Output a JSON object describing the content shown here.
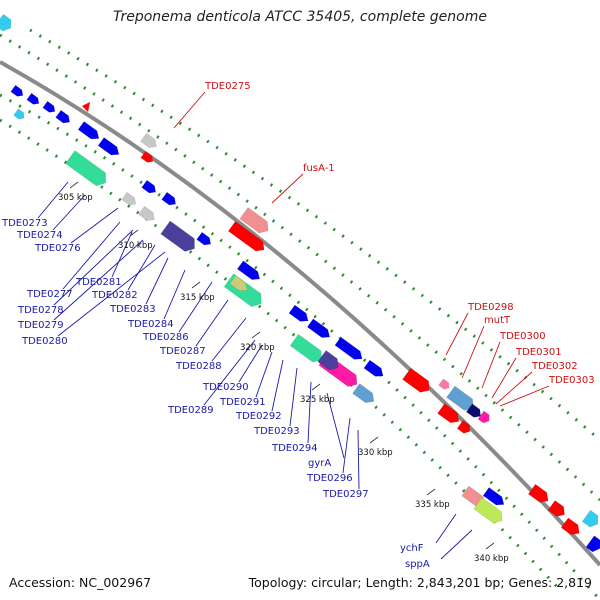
{
  "title": "Treponema denticola ATCC 35405, complete genome",
  "footer": {
    "accession": "Accession: NC_002967",
    "summary": "Topology: circular; Length: 2,843,201 bp; Genes: 2,819"
  },
  "ticks": [
    "305 kbp",
    "310 kbp",
    "315 kbp",
    "320 kbp",
    "325 kbp",
    "330 kbp",
    "335 kbp",
    "340 kbp"
  ],
  "labels_blue": [
    "TDE0273",
    "TDE0274",
    "TDE0276",
    "TDE0277",
    "TDE0278",
    "TDE0279",
    "TDE0280",
    "TDE0281",
    "TDE0282",
    "TDE0283",
    "TDE0284",
    "TDE0286",
    "TDE0287",
    "TDE0288",
    "TDE0289",
    "TDE0290",
    "TDE0291",
    "TDE0292",
    "TDE0293",
    "TDE0294",
    "gyrA",
    "TDE0296",
    "TDE0297",
    "ychF",
    "sppA"
  ],
  "labels_red": [
    "TDE0275",
    "fusA-1",
    "TDE0298",
    "mutT",
    "TDE0300",
    "TDE0301",
    "TDE0302",
    "TDE0303"
  ],
  "colors": {
    "forward": "#ff0000",
    "reverse": "#0000ee",
    "backbone": "#8a8a8a",
    "label_blue": "#1a1aa6",
    "label_red": "#cc1111",
    "dots": "#2e8b2e"
  }
}
